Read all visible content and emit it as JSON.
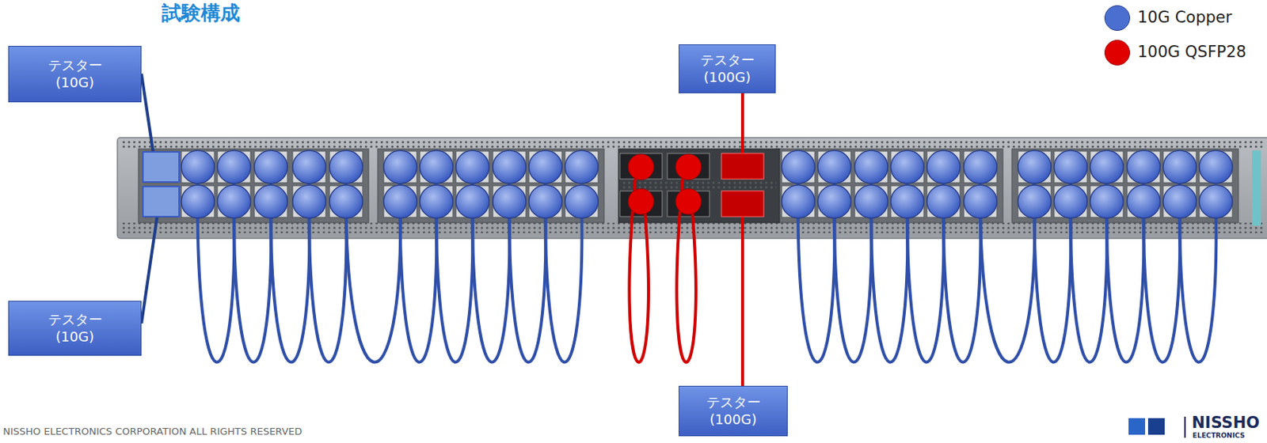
{
  "diagram": {
    "title": "試験構成",
    "nodes": [
      {
        "text": [
          "テスター (10G)"
        ]
      },
      {
        "text": [
          "テスター (10G)"
        ]
      },
      {
        "text": [
          "テスター (100G)"
        ]
      },
      {
        "text": [
          "テスター (100G)"
        ]
      }
    ],
    "labels": [
      "NISSHO ELECTRONICS CORPORATION ALL RIGHTS RESERVED",
      "NISSHO",
      "ELECTRONICS"
    ],
    "legend": [
      {
        "text": "10G Copper",
        "color": "#4a6fd0"
      },
      {
        "text": "100G QSFP28",
        "color": "#e00000"
      }
    ]
  }
}
